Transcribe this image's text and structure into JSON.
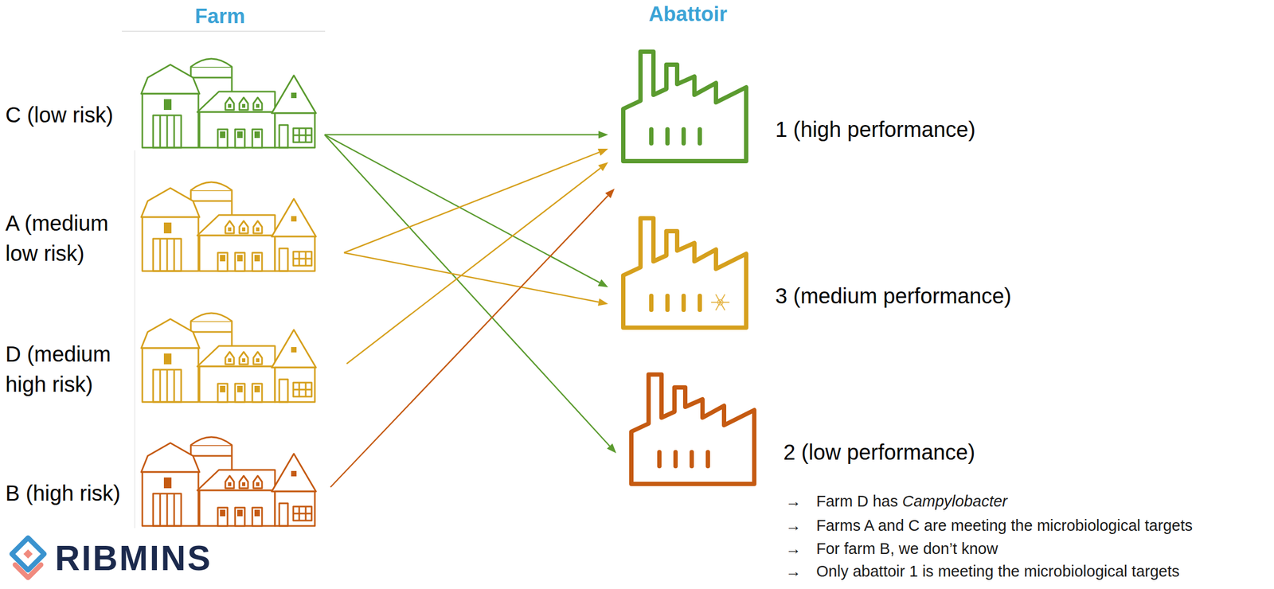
{
  "diagram": {
    "nodes": [
      {
        "text": [
          "C (low risk)"
        ]
      },
      {
        "text": [
          "A (medium low risk)"
        ]
      },
      {
        "text": [
          "D (medium high risk)"
        ]
      },
      {
        "text": [
          "B (high risk)"
        ]
      },
      {
        "text": [
          "1 (high performance)"
        ]
      },
      {
        "text": [
          "3 (medium performance)"
        ]
      },
      {
        "text": [
          "2 (low performance)"
        ]
      }
    ],
    "edges": [
      {
        "from": 0,
        "to": 4,
        "arrow": "to"
      },
      {
        "from": 0,
        "to": 5,
        "arrow": "to"
      },
      {
        "from": 0,
        "to": 6,
        "arrow": "to"
      },
      {
        "from": 1,
        "to": 4,
        "arrow": "to"
      },
      {
        "from": 1,
        "to": 5,
        "arrow": "to"
      },
      {
        "from": 2,
        "to": 4,
        "arrow": "to"
      },
      {
        "from": 3,
        "to": 4,
        "arrow": "to"
      }
    ],
    "labels": [
      "Farm",
      "Abattoir",
      "→",
      "Farm D has",
      "Campylobacter",
      "→",
      "Farms A and C are meeting the microbiological targets",
      "→",
      "For farm B, we don’t know",
      "→",
      "Only abattoir 1 is meeting the microbiological targets",
      "RIBMINS"
    ]
  }
}
